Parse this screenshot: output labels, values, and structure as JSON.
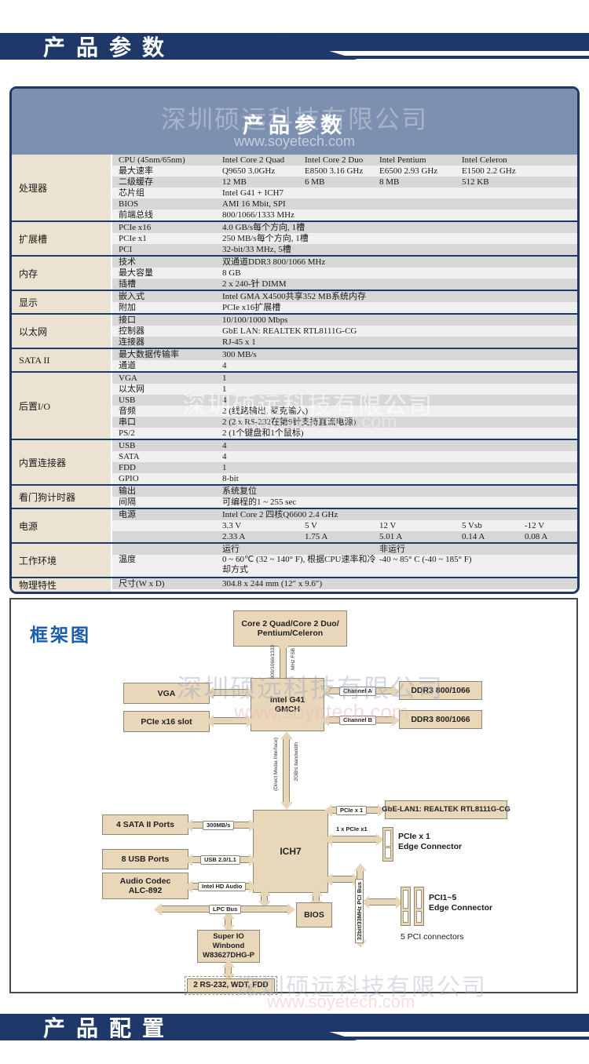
{
  "page": {
    "top_banner": "产品参数",
    "bottom_banner": "产品配置"
  },
  "card_header": {
    "watermark": "深圳硕远科技有限公司",
    "title": "产品参数",
    "url": "www.soyetech.com"
  },
  "watermark": {
    "company": "深圳硕远科技有限公司",
    "url": "www.soyetech.com"
  },
  "table": {
    "groups": [
      {
        "category": "处理器",
        "rows": [
          {
            "label": "CPU (45nm/65nm)",
            "cols": [
              "Intel Core 2 Quad",
              "Intel Core 2 Duo",
              "Intel Pentium",
              "Intel Celeron"
            ]
          },
          {
            "label": "最大速率",
            "cols": [
              "Q9650 3.0GHz",
              "E8500 3.16 GHz",
              "E6500 2.93 GHz",
              "E1500 2.2 GHz"
            ]
          },
          {
            "label": "二级缓存",
            "cols": [
              "12 MB",
              "6 MB",
              "8 MB",
              "512 KB"
            ]
          },
          {
            "label": "芯片组",
            "cols": [
              "Intel G41 + ICH7"
            ]
          },
          {
            "label": "BIOS",
            "cols": [
              "AMI 16 Mbit, SPI"
            ]
          },
          {
            "label": "前端总线",
            "cols": [
              "800/1066/1333 MHz"
            ]
          }
        ]
      },
      {
        "category": "扩展槽",
        "rows": [
          {
            "label": "PCIe x16",
            "cols": [
              "4.0 GB/s每个方向, 1槽"
            ]
          },
          {
            "label": "PCIe x1",
            "cols": [
              "250 MB/s每个方向, 1槽"
            ]
          },
          {
            "label": "PCI",
            "cols": [
              "32-bit/33 MHz, 5槽"
            ]
          }
        ]
      },
      {
        "category": "内存",
        "rows": [
          {
            "label": "技术",
            "cols": [
              "双通道DDR3 800/1066 MHz"
            ]
          },
          {
            "label": "最大容量",
            "cols": [
              "8 GB"
            ]
          },
          {
            "label": "插槽",
            "cols": [
              "2 x 240-针 DIMM"
            ]
          }
        ]
      },
      {
        "category": "显示",
        "rows": [
          {
            "label": "嵌入式",
            "cols": [
              "Intel GMA X4500共享352 MB系统内存"
            ]
          },
          {
            "label": "附加",
            "cols": [
              "PCIe x16扩展槽"
            ]
          }
        ]
      },
      {
        "category": "以太网",
        "rows": [
          {
            "label": "接口",
            "cols": [
              "10/100/1000 Mbps"
            ]
          },
          {
            "label": "控制器",
            "cols": [
              "GbE LAN: REALTEK RTL8111G-CG"
            ]
          },
          {
            "label": "连接器",
            "cols": [
              "RJ-45 x 1"
            ]
          }
        ]
      },
      {
        "category": "SATA II",
        "rows": [
          {
            "label": "最大数据传输率",
            "cols": [
              "300 MB/s"
            ]
          },
          {
            "label": "通道",
            "cols": [
              "4"
            ]
          }
        ]
      },
      {
        "category": "后置I/O",
        "rows": [
          {
            "label": "VGA",
            "cols": [
              "1"
            ]
          },
          {
            "label": "以太网",
            "cols": [
              "1"
            ]
          },
          {
            "label": "USB",
            "cols": [
              "4"
            ]
          },
          {
            "label": "音频",
            "cols": [
              "2 (线路输出, 麦克输入)"
            ]
          },
          {
            "label": "串口",
            "cols": [
              "2 (2 x RS-232在第9针支持直流电源)"
            ]
          },
          {
            "label": "PS/2",
            "cols": [
              "2 (1个键盘和1个鼠标)"
            ]
          }
        ]
      },
      {
        "category": "内置连接器",
        "rows": [
          {
            "label": "USB",
            "cols": [
              "4"
            ]
          },
          {
            "label": "SATA",
            "cols": [
              "4"
            ]
          },
          {
            "label": "FDD",
            "cols": [
              "1"
            ]
          },
          {
            "label": "GPIO",
            "cols": [
              "8-bit"
            ]
          }
        ]
      },
      {
        "category": "看门狗计时器",
        "rows": [
          {
            "label": "输出",
            "cols": [
              "系统复位"
            ]
          },
          {
            "label": "间隔",
            "cols": [
              "可编程的1 ~ 255 sec"
            ]
          }
        ]
      },
      {
        "category": "电源",
        "rows": [
          {
            "label": "电源",
            "cols": [
              "Intel Core 2 四核Q6600 2.4 GHz"
            ]
          },
          {
            "label": "",
            "cols": [
              "3.3 V",
              "5 V",
              "12 V",
              "5 Vsb",
              "-12 V"
            ]
          },
          {
            "label": "",
            "cols": [
              "2.33 A",
              "1.75 A",
              "5.01 A",
              "0.14 A",
              "0.08 A"
            ]
          }
        ]
      },
      {
        "category": "工作环境",
        "rows": [
          {
            "label": "",
            "wide": true,
            "cols": [
              "运行",
              "非运行"
            ]
          },
          {
            "label": "温度",
            "wide": true,
            "tall": true,
            "cols": [
              "0 ~ 60℃ (32 ~ 140° F), 根据CPU速率和冷却方式",
              "-40 ~ 85° C (-40 ~ 185° F)"
            ]
          }
        ]
      },
      {
        "category": "物理特性",
        "rows": [
          {
            "label": "尺寸(W x D)",
            "cols": [
              "304.8 x 244 mm (12″ x 9.6″)"
            ]
          }
        ]
      }
    ]
  },
  "diagram": {
    "title": "框架图",
    "boxes": {
      "cpu": "Core 2 Quad/Core 2 Duo/\nPentium/Celeron",
      "vga": "VGA",
      "pcie16": "PCIe x16 slot",
      "gmch": "intel G41\nGMCH",
      "ddr3_a": "DDR3 800/1066",
      "ddr3_b": "DDR3 800/1066",
      "sata": "4 SATA II Ports",
      "usb": "8 USB Ports",
      "audio": "Audio Codec\nALC-892",
      "ich7": "ICH7",
      "gbe": "GbE-LAN1: REALTEK RTL8111G-CG",
      "bios": "BIOS",
      "superio": "Super IO\nWinbond\nW83627DHG-P",
      "rs232": "2 RS-232, WDT, FDD"
    },
    "labels": {
      "fsb1": "800/1066/1333",
      "fsb2": "MHz FSB",
      "channel_a": "Channel A",
      "channel_b": "Channel B",
      "dmi1": "(Direct Media Interface)",
      "dmi2": "2GB/s bandwidth",
      "sata_speed": "300MB/s",
      "usb_ver": "USB 2.0/1.1",
      "hd_audio": "Intel HD Audio",
      "pcie_x1": "PCIe x 1",
      "one_pcie_x1": "1 x PCIe x1",
      "edge_conn": "PCIe x 1\nEdge Connector",
      "lpc": "LPC Bus",
      "pci_bus": "32bit/33MHz PCI Bus",
      "pci15": "PCI1~5\nEdge Connector",
      "pci_count": "5 PCI connectors"
    }
  }
}
